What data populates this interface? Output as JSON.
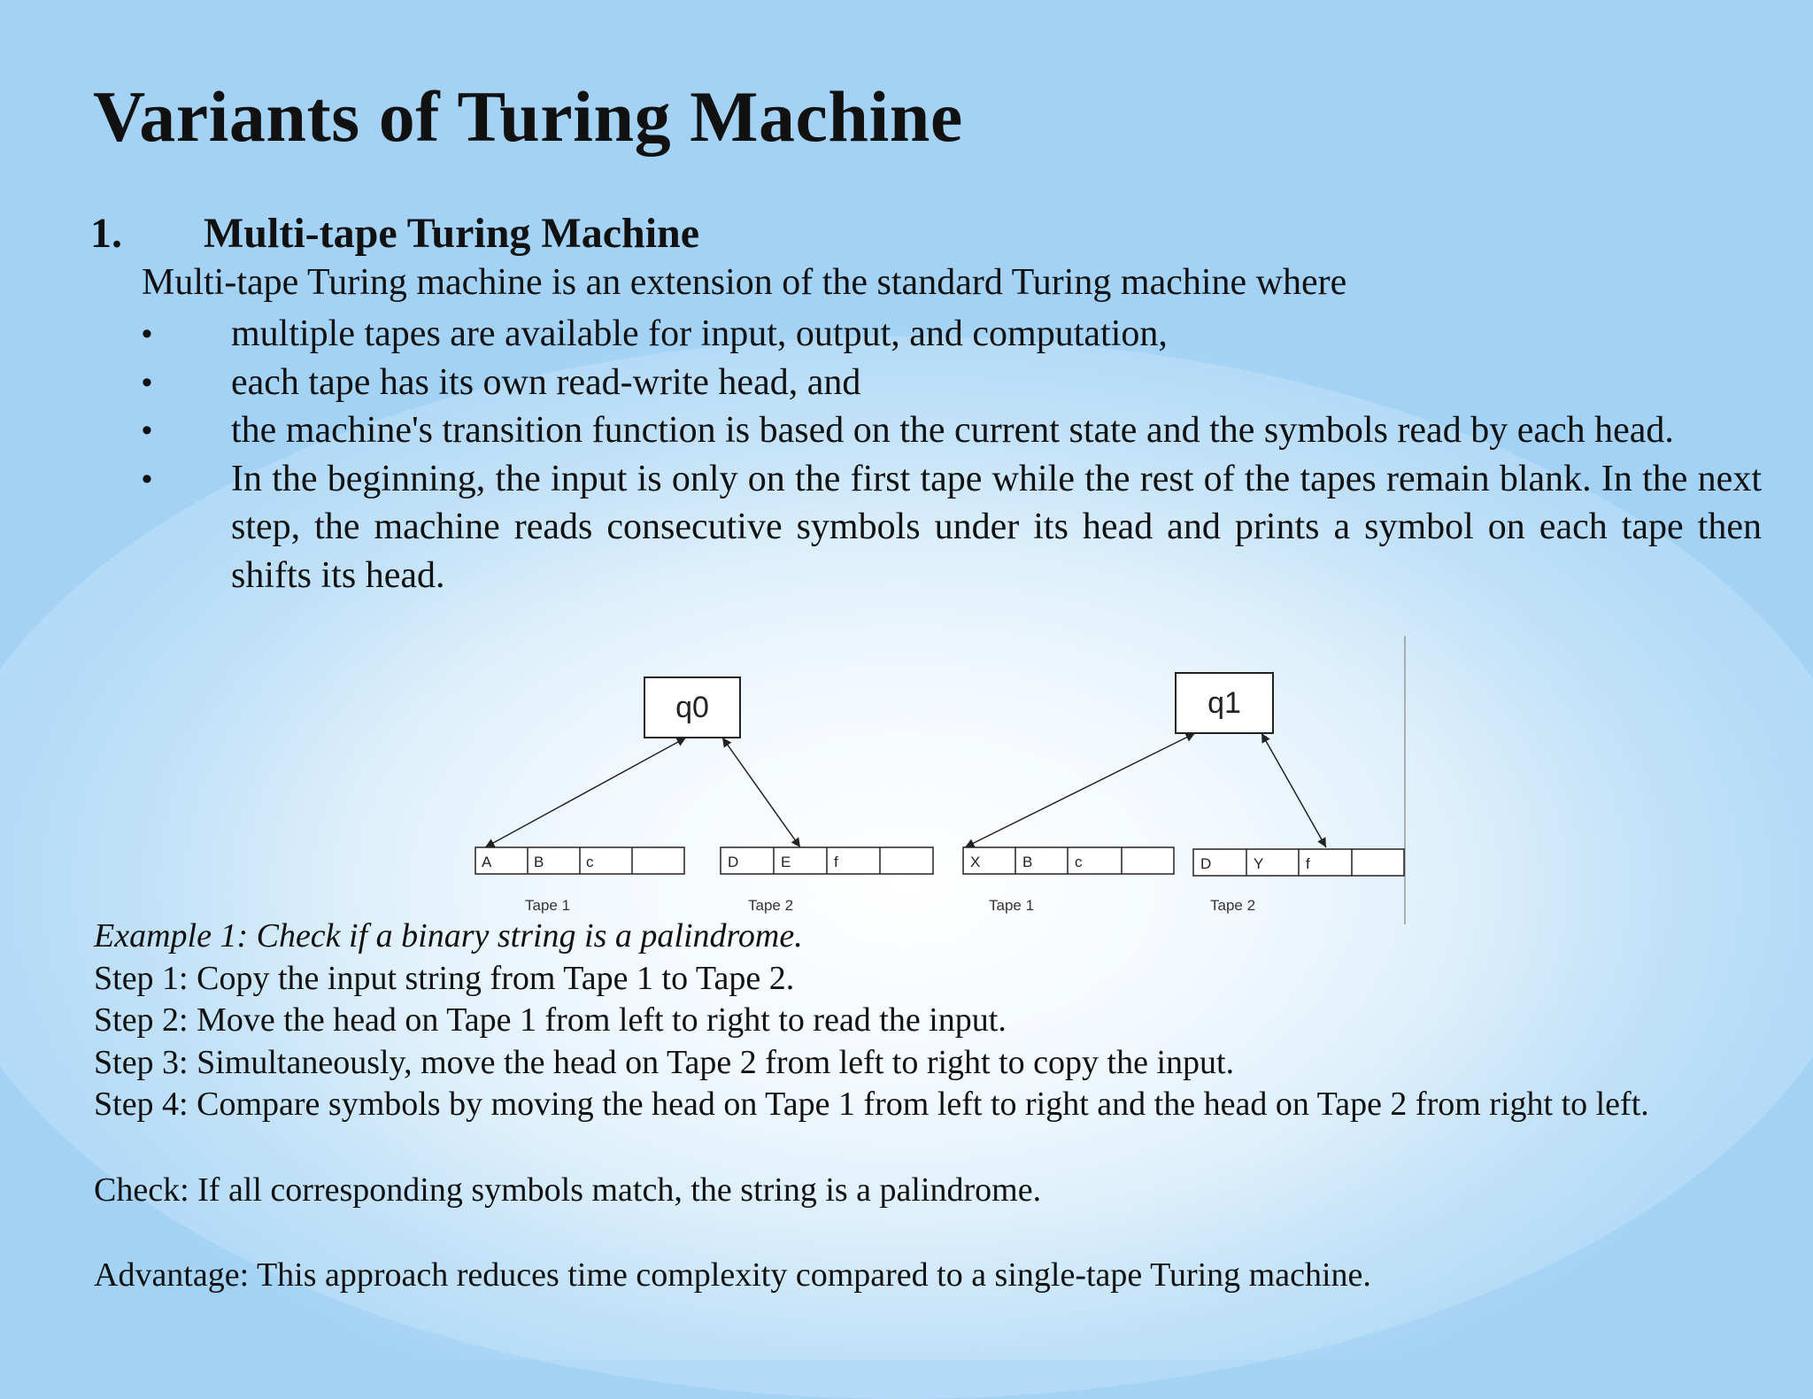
{
  "title": "Variants of Turing Machine",
  "section": {
    "number": "1.",
    "heading": "Multi-tape Turing Machine",
    "intro": "Multi-tape Turing machine is an extension of the standard Turing machine where",
    "bullet_glyph": "•",
    "bullets": [
      "multiple tapes are available for input, output, and computation,",
      "each tape has its own read-write head, and",
      "the machine's transition function is based on the current state and the symbols read by each head.",
      "In the beginning, the input is only on the first tape while the rest of the tapes remain blank. In the next step, the machine reads consecutive symbols under its head and prints a symbol on each tape then shifts its head."
    ]
  },
  "diagram": {
    "states": [
      "q0",
      "q1"
    ],
    "left": {
      "tape1": {
        "cells": [
          "A",
          "B",
          "c",
          ""
        ],
        "label": "Tape 1"
      },
      "tape2": {
        "cells": [
          "D",
          "E",
          "f",
          ""
        ],
        "label": "Tape 2"
      }
    },
    "right": {
      "tape1": {
        "cells": [
          "X",
          "B",
          "c",
          ""
        ],
        "label": "Tape 1"
      },
      "tape2": {
        "cells": [
          "D",
          "Y",
          "f",
          ""
        ],
        "label": "Tape 2"
      }
    }
  },
  "example": {
    "title": "Example 1: Check if a binary string is a palindrome.",
    "steps": [
      "Step 1: Copy the input string from Tape 1 to Tape 2.",
      "Step 2: Move the head on Tape 1 from left to right to read the input.",
      "Step 3: Simultaneously, move the head on Tape 2 from left to right to copy the input.",
      "Step 4: Compare symbols by moving the head on Tape 1 from left to right and the head on Tape 2 from right to left."
    ],
    "check": "Check: If all corresponding symbols match, the string is a palindrome.",
    "advantage": "Advantage: This approach reduces time complexity compared to a single-tape Turing machine."
  }
}
